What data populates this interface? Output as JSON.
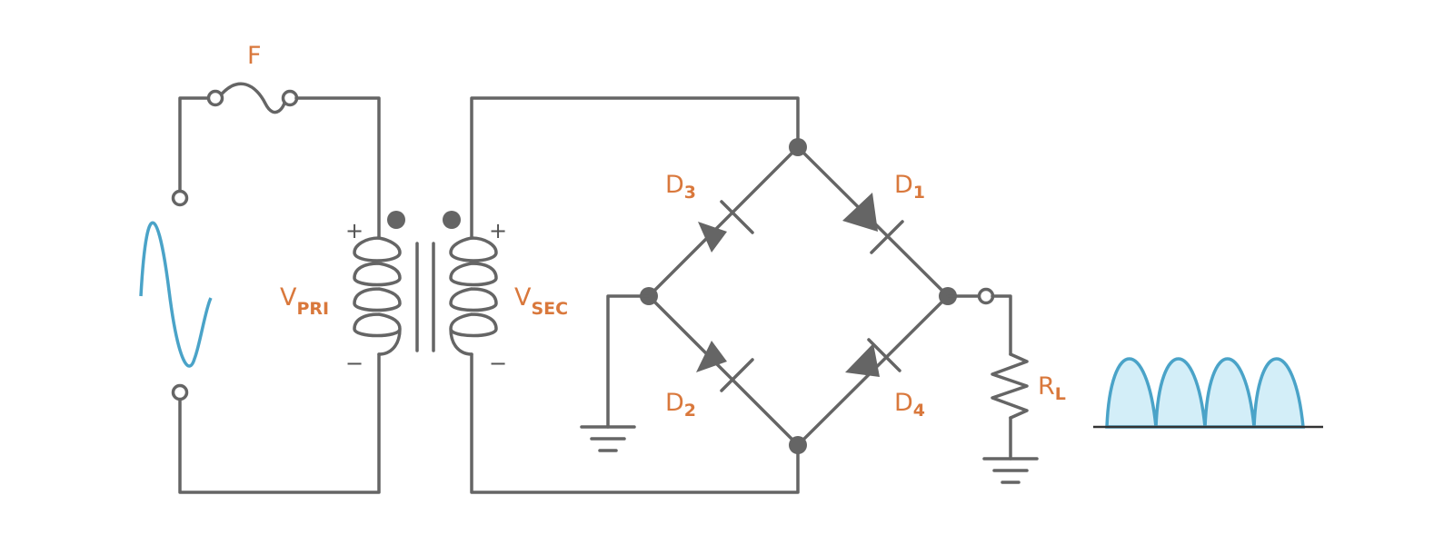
{
  "colors": {
    "wire": "#656565",
    "label": "#d9783c",
    "sine": "#4aa3c8",
    "output_fill": "#d3eef8",
    "sign": "#555555"
  },
  "labels": {
    "fuse": "F",
    "vpri_main": "V",
    "vpri_sub": "PRI",
    "vsec_main": "V",
    "vsec_sub": "SEC",
    "d1_main": "D",
    "d1_sub": "1",
    "d2_main": "D",
    "d2_sub": "2",
    "d3_main": "D",
    "d3_sub": "3",
    "d4_main": "D",
    "d4_sub": "4",
    "rl_main": "R",
    "rl_sub": "L",
    "pri_plus": "+",
    "pri_minus": "−",
    "sec_plus": "+",
    "sec_minus": "−"
  },
  "icons": {
    "source": "ac-sine-icon",
    "output": "rectified-waveform-icon"
  }
}
